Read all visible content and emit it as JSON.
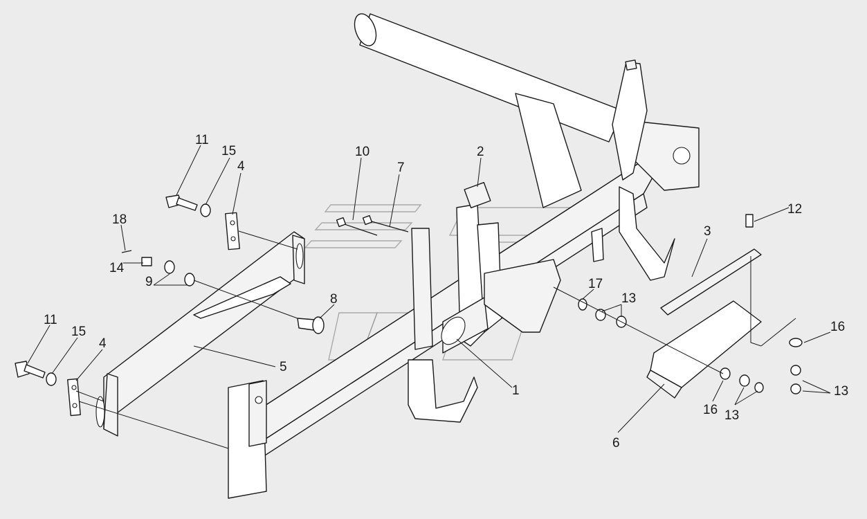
{
  "diagram": {
    "background": "#ececec",
    "line_color": "#1a1a1a",
    "callouts": [
      {
        "id": "label-11-top",
        "text": "11"
      },
      {
        "id": "label-15-top",
        "text": "15"
      },
      {
        "id": "label-4-top",
        "text": "4"
      },
      {
        "id": "label-18",
        "text": "18"
      },
      {
        "id": "label-14",
        "text": "14"
      },
      {
        "id": "label-9",
        "text": "9"
      },
      {
        "id": "label-10",
        "text": "10"
      },
      {
        "id": "label-7",
        "text": "7"
      },
      {
        "id": "label-2",
        "text": "2"
      },
      {
        "id": "label-8",
        "text": "8"
      },
      {
        "id": "label-11-bottom",
        "text": "11"
      },
      {
        "id": "label-15-bottom",
        "text": "15"
      },
      {
        "id": "label-4-bottom",
        "text": "4"
      },
      {
        "id": "label-5",
        "text": "5"
      },
      {
        "id": "label-1",
        "text": "1"
      },
      {
        "id": "label-17",
        "text": "17"
      },
      {
        "id": "label-13-a",
        "text": "13"
      },
      {
        "id": "label-12",
        "text": "12"
      },
      {
        "id": "label-3",
        "text": "3"
      },
      {
        "id": "label-16-right",
        "text": "16"
      },
      {
        "id": "label-13-right",
        "text": "13"
      },
      {
        "id": "label-16-bottom",
        "text": "16"
      },
      {
        "id": "label-13-bottom",
        "text": "13"
      },
      {
        "id": "label-6",
        "text": "6"
      }
    ]
  }
}
